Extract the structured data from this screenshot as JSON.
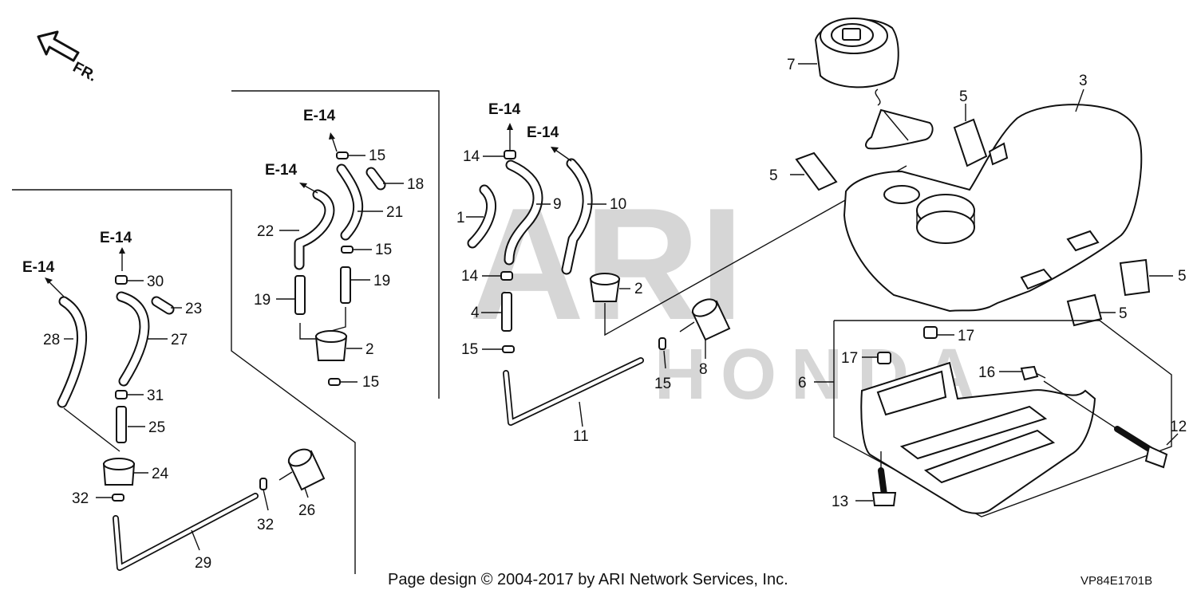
{
  "watermark": {
    "line1": "ARI",
    "line2": "HONDA"
  },
  "direction": {
    "label": "FR."
  },
  "refs": {
    "e14": "E-14"
  },
  "callouts": {
    "p1": "1",
    "p2": "2",
    "p3": "3",
    "p4": "4",
    "p5": "5",
    "p6": "6",
    "p7": "7",
    "p8": "8",
    "p9": "9",
    "p10": "10",
    "p11": "11",
    "p12": "12",
    "p13": "13",
    "p14": "14",
    "p15": "15",
    "p16": "16",
    "p17": "17",
    "p18": "18",
    "p19": "19",
    "p21": "21",
    "p22": "22",
    "p23": "23",
    "p24": "24",
    "p25": "25",
    "p26": "26",
    "p27": "27",
    "p28": "28",
    "p29": "29",
    "p30": "30",
    "p31": "31",
    "p32": "32"
  },
  "footer": {
    "copyright": "Page design © 2004-2017 by ARI Network Services, Inc.",
    "diagram_code": "VP84E1701B"
  }
}
